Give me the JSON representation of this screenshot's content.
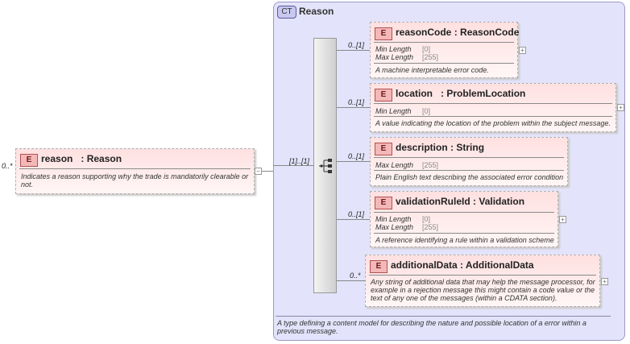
{
  "root": {
    "badge": "E",
    "name": "reason",
    "type": ": Reason",
    "cardinality": "0..*",
    "description": "Indicates a reason supporting why the trade is mandatorily clearable or not."
  },
  "complex_type": {
    "badge": "CT",
    "title": "Reason",
    "sequence_cardinality": "[1]..[1]",
    "description": "A type defining a content model for describing the nature and possible location of a error within a previous message."
  },
  "children": [
    {
      "badge": "E",
      "name": "reasonCode",
      "type": ": ReasonCode",
      "cardinality": "0..[1]",
      "facets": [
        {
          "label": "Min Length",
          "value": "[0]"
        },
        {
          "label": "Max Length",
          "value": "[255]"
        }
      ],
      "description": "A machine interpretable error code."
    },
    {
      "badge": "E",
      "name": "location",
      "type": ": ProblemLocation",
      "cardinality": "0..[1]",
      "facets": [
        {
          "label": "Min Length",
          "value": "[0]"
        }
      ],
      "description": "A value indicating the location of the problem within the subject message."
    },
    {
      "badge": "E",
      "name": "description",
      "type": ": String",
      "cardinality": "0..[1]",
      "facets": [
        {
          "label": "Max Length",
          "value": "[255]"
        }
      ],
      "description": "Plain English text describing the associated error condition"
    },
    {
      "badge": "E",
      "name": "validationRuleId",
      "type": ": Validation",
      "cardinality": "0..[1]",
      "facets": [
        {
          "label": "Min Length",
          "value": "[0]"
        },
        {
          "label": "Max Length",
          "value": "[255]"
        }
      ],
      "description": "A reference identifying a rule within a validation scheme"
    },
    {
      "badge": "E",
      "name": "additionalData",
      "type": ": AdditionalData",
      "cardinality": "0..*",
      "facets": [],
      "description": "Any string of additional data that may help the message processor, for example in a rejection message this might contain a code value or the text of any one of the messages (within a CDATA section)."
    }
  ],
  "expand_symbol": "+",
  "collapse_symbol": "−"
}
